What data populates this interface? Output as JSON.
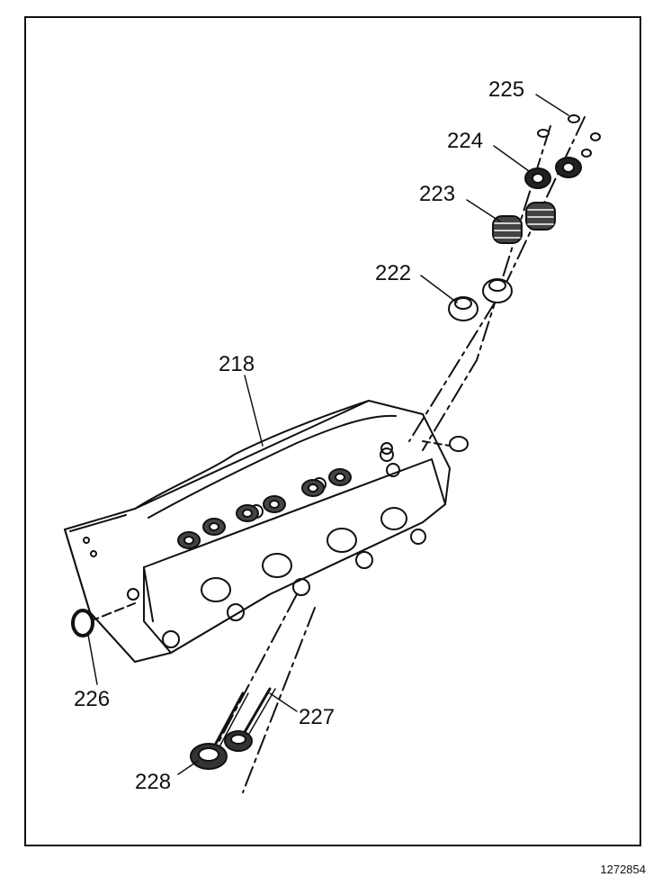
{
  "callouts": {
    "c218": "218",
    "c222": "222",
    "c223": "223",
    "c224": "224",
    "c225": "225",
    "c226": "226",
    "c227": "227",
    "c228": "228"
  },
  "figure_number": "1272854"
}
